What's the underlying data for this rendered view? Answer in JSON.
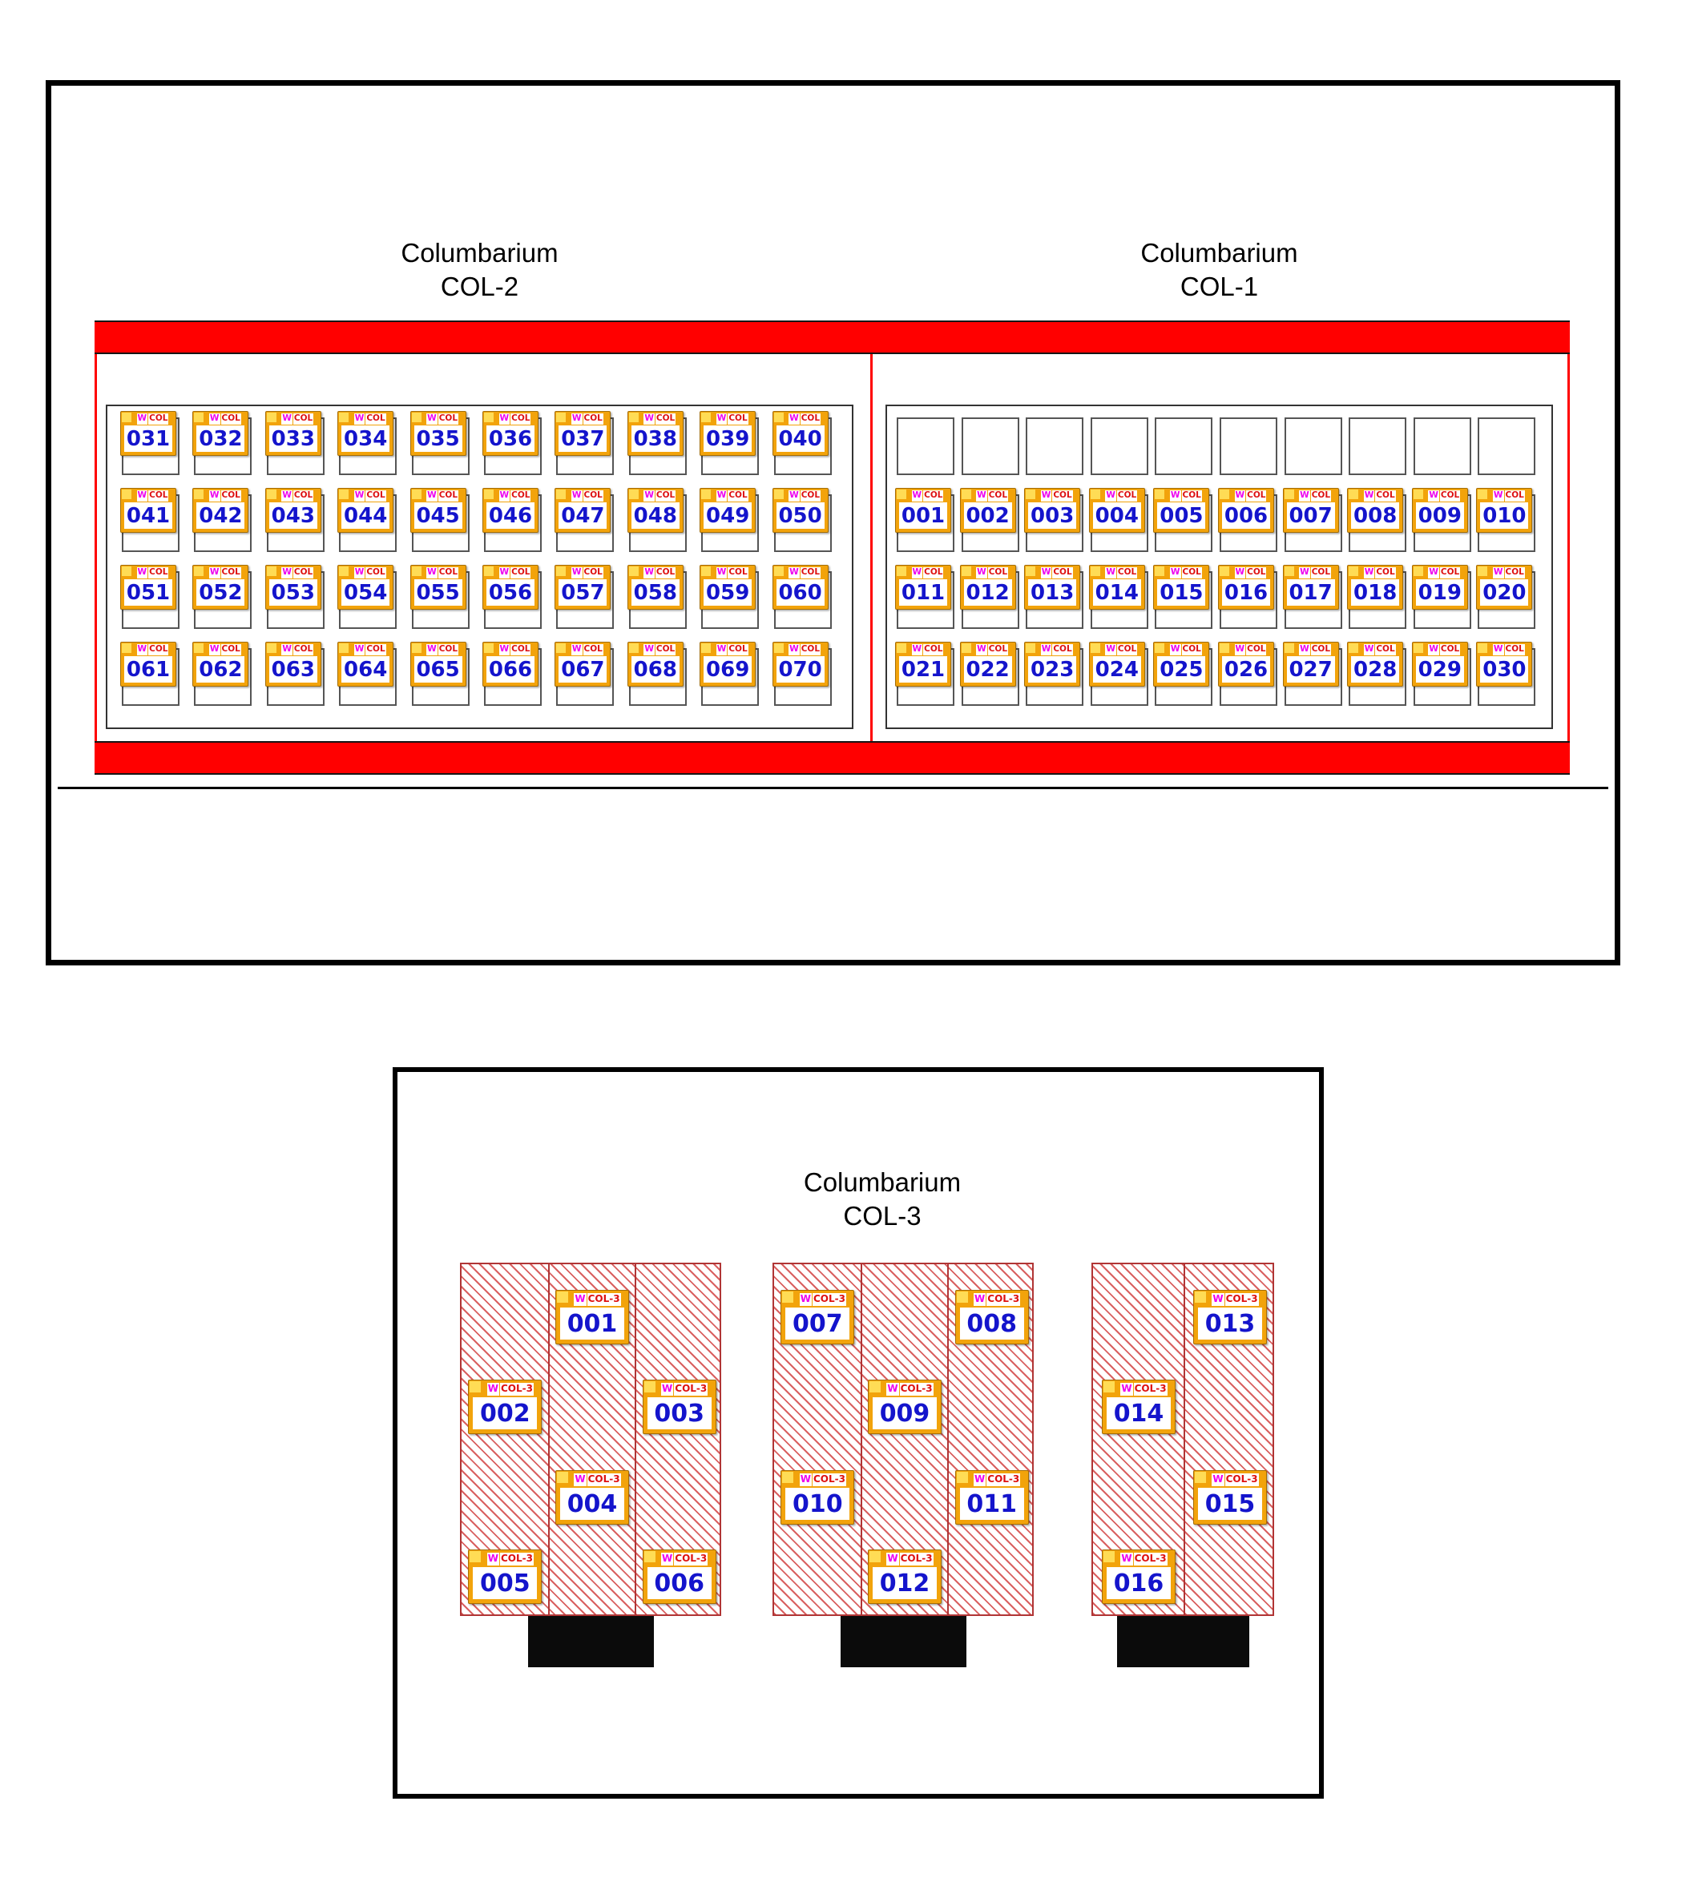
{
  "top_panel": {
    "sections": [
      {
        "name": "Columbarium COL-2",
        "title_line1": "Columbarium",
        "title_line2": "COL-2",
        "tag_small_left": "W",
        "tag_small_right": "COL",
        "leading_empty_row": 0,
        "rows": [
          [
            "031",
            "032",
            "033",
            "034",
            "035",
            "036",
            "037",
            "038",
            "039",
            "040"
          ],
          [
            "041",
            "042",
            "043",
            "044",
            "045",
            "046",
            "047",
            "048",
            "049",
            "050"
          ],
          [
            "051",
            "052",
            "053",
            "054",
            "055",
            "056",
            "057",
            "058",
            "059",
            "060"
          ],
          [
            "061",
            "062",
            "063",
            "064",
            "065",
            "066",
            "067",
            "068",
            "069",
            "070"
          ]
        ]
      },
      {
        "name": "Columbarium COL-1",
        "title_line1": "Columbarium",
        "title_line2": "COL-1",
        "tag_small_left": "W",
        "tag_small_right": "COL",
        "leading_empty_row": 10,
        "rows": [
          [
            "001",
            "002",
            "003",
            "004",
            "005",
            "006",
            "007",
            "008",
            "009",
            "010"
          ],
          [
            "011",
            "012",
            "013",
            "014",
            "015",
            "016",
            "017",
            "018",
            "019",
            "020"
          ],
          [
            "021",
            "022",
            "023",
            "024",
            "025",
            "026",
            "027",
            "028",
            "029",
            "030"
          ]
        ]
      }
    ]
  },
  "bottom_panel": {
    "name": "Columbarium COL-3",
    "title_line1": "Columbarium",
    "title_line2": "COL-3",
    "tag_small_left": "W",
    "tag_small_right": "COL-3",
    "structures": [
      {
        "columns": 3,
        "niches": [
          {
            "num": "001",
            "col": 1,
            "row": 0
          },
          {
            "num": "002",
            "col": 0,
            "row": 1
          },
          {
            "num": "003",
            "col": 2,
            "row": 1
          },
          {
            "num": "004",
            "col": 1,
            "row": 2
          },
          {
            "num": "005",
            "col": 0,
            "row": 3
          },
          {
            "num": "006",
            "col": 2,
            "row": 3
          }
        ]
      },
      {
        "columns": 3,
        "niches": [
          {
            "num": "007",
            "col": 0,
            "row": 0
          },
          {
            "num": "008",
            "col": 2,
            "row": 0
          },
          {
            "num": "009",
            "col": 1,
            "row": 1
          },
          {
            "num": "010",
            "col": 0,
            "row": 2
          },
          {
            "num": "011",
            "col": 2,
            "row": 2
          },
          {
            "num": "012",
            "col": 1,
            "row": 3
          }
        ]
      },
      {
        "columns": 2,
        "niches": [
          {
            "num": "013",
            "col": 1,
            "row": 0
          },
          {
            "num": "014",
            "col": 0,
            "row": 1
          },
          {
            "num": "015",
            "col": 1,
            "row": 2
          },
          {
            "num": "016",
            "col": 0,
            "row": 3
          }
        ]
      }
    ]
  },
  "colors": {
    "bar_red": "#FF0000",
    "tag_yellow": "#F2A30B",
    "tag_fold_yellow": "#FFDC55",
    "number_blue": "#1414CC",
    "w_magenta": "#EE00EE",
    "col_red": "#DE1010",
    "hatch_red": "#D96060",
    "structure_border": "#B03535",
    "base_black": "#0B0B0B"
  }
}
